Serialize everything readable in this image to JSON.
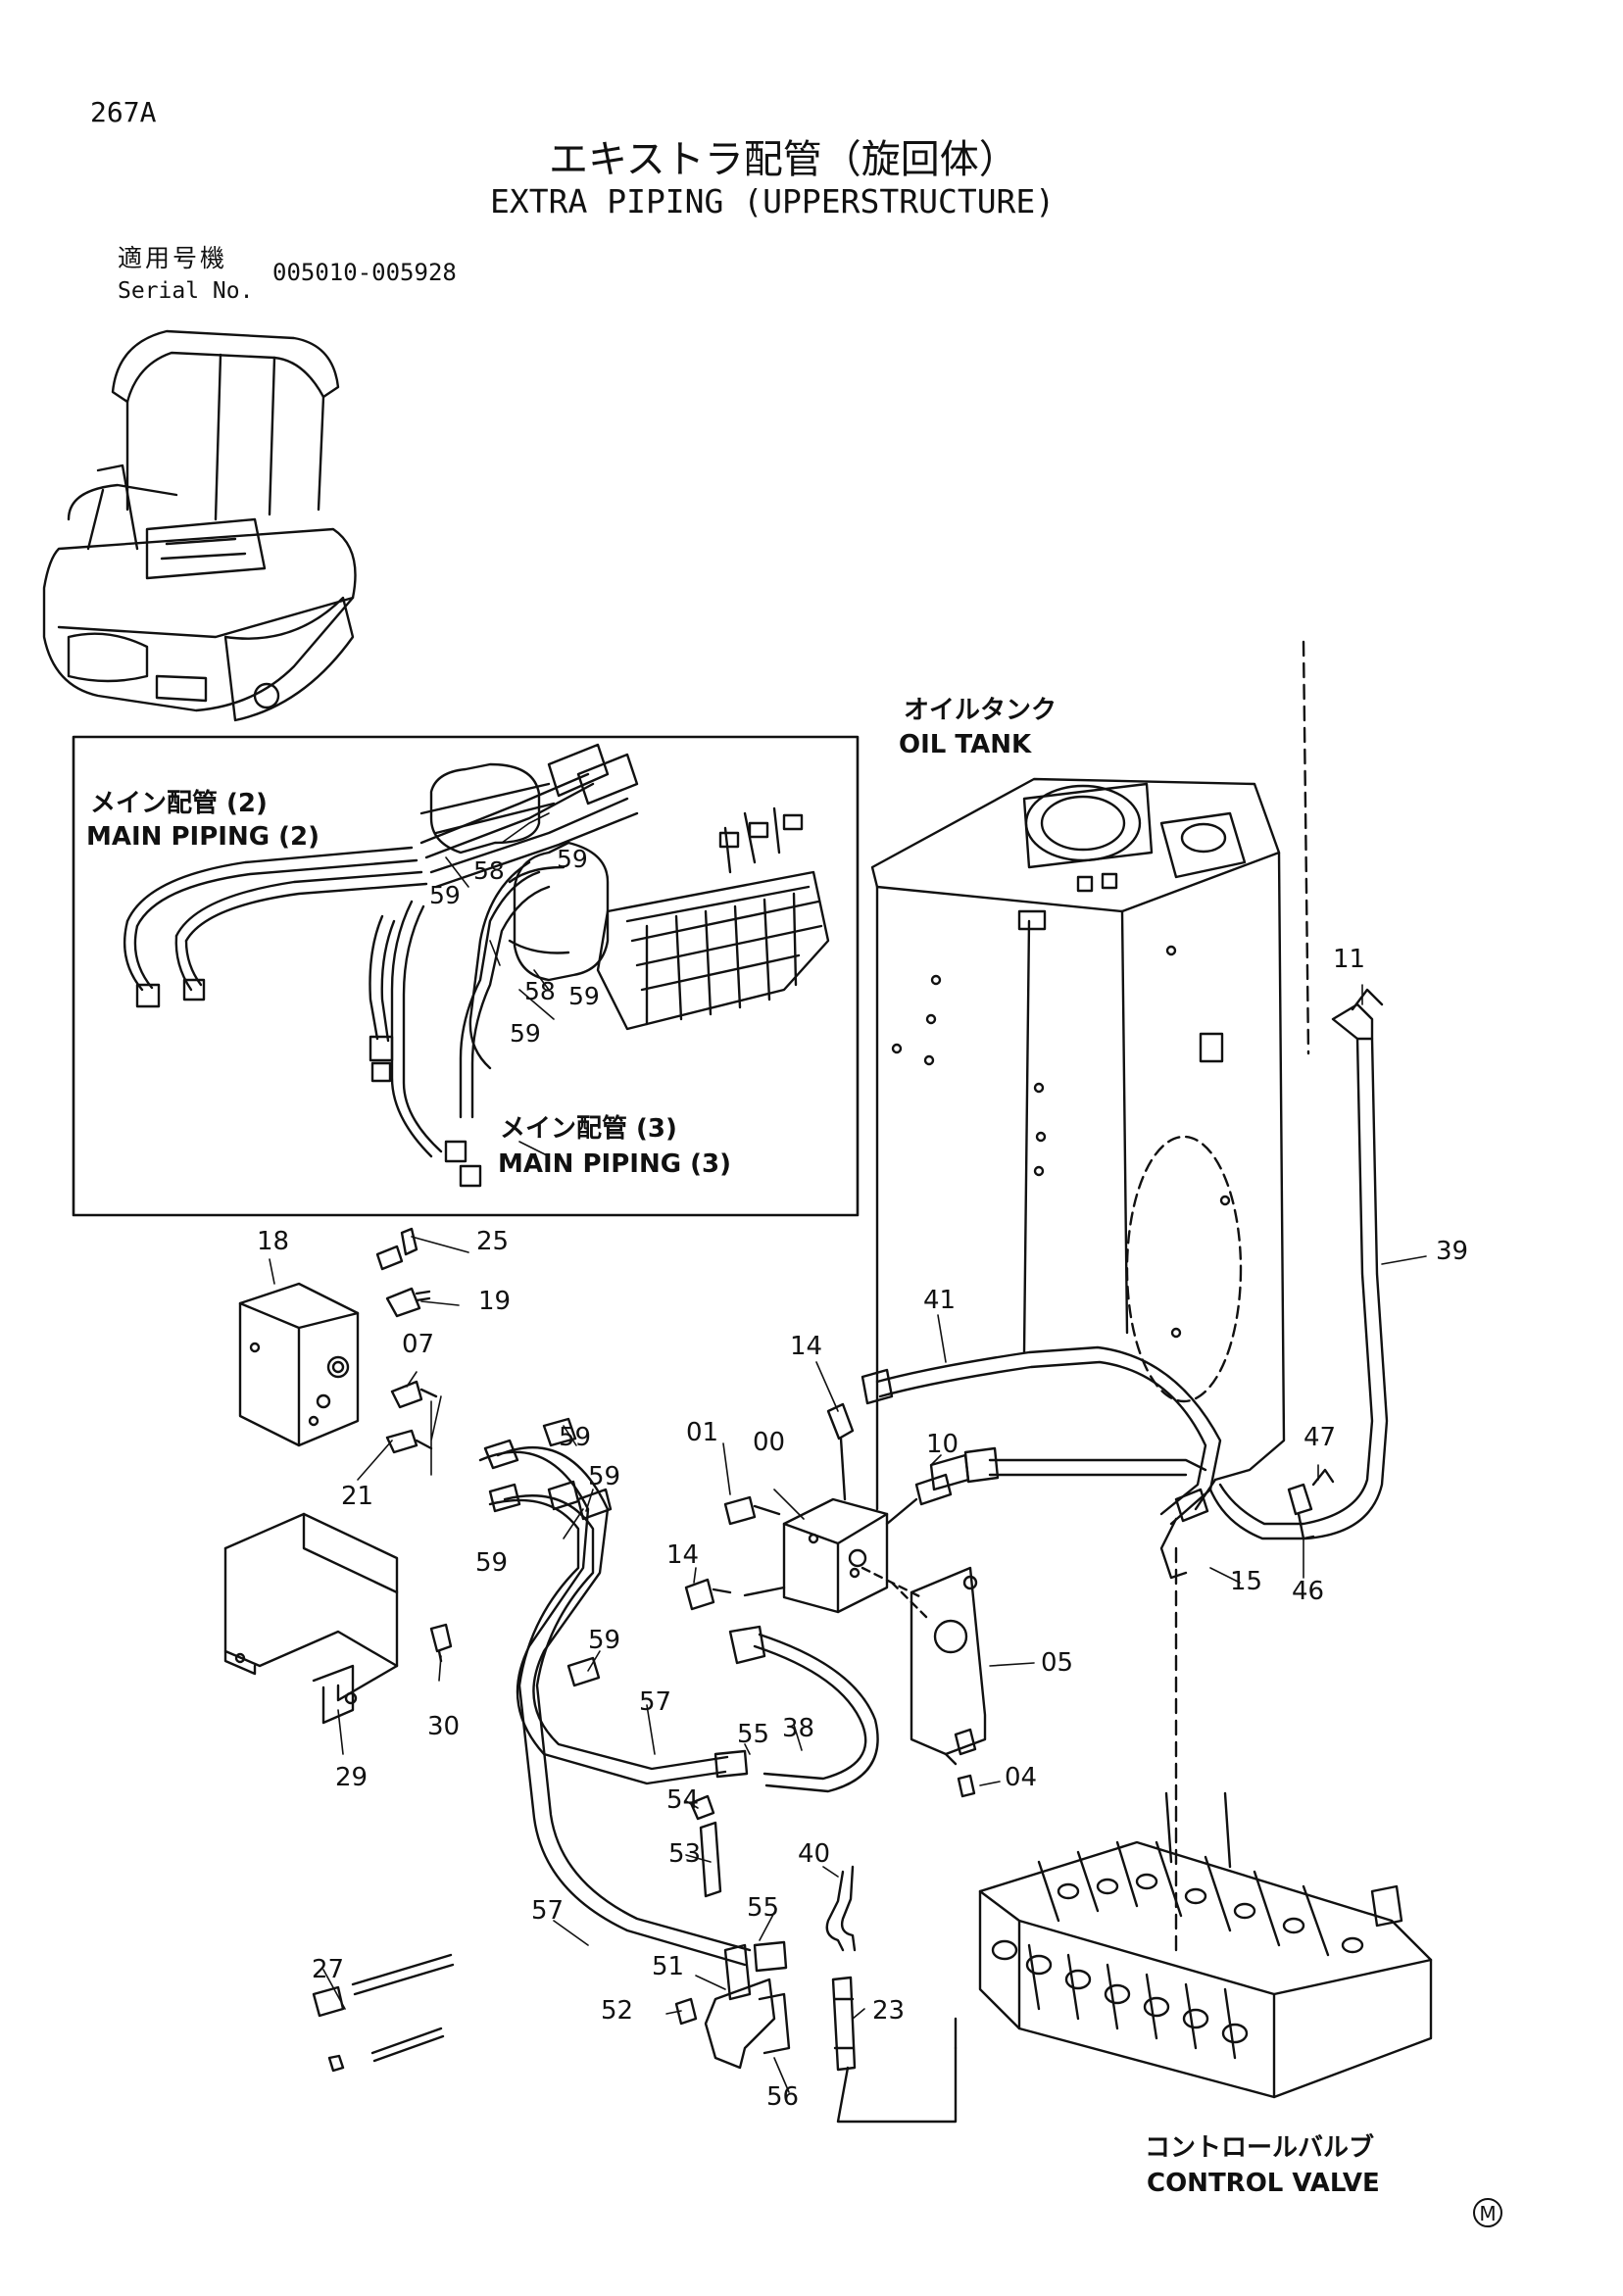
{
  "page": {
    "number": "267A",
    "title_jp": "エキストラ配管（旋回体）",
    "title_en": "EXTRA PIPING (UPPERSTRUCTURE)",
    "serial_label_jp": "適用号機",
    "serial_label_en": "Serial No.",
    "serial_range": "005010-005928",
    "mark": "M"
  },
  "callouts": {
    "main_piping_2_jp": "メイン配管 (2)",
    "main_piping_2_en": "MAIN PIPING (2)",
    "main_piping_3_jp": "メイン配管 (3)",
    "main_piping_3_en": "MAIN PIPING (3)",
    "oil_tank_jp": "オイルタンク",
    "oil_tank_en": "OIL TANK",
    "control_valve_jp": "コントロールバルブ",
    "control_valve_en": "CONTROL VALVE"
  },
  "inset_part_labels": [
    "58",
    "59",
    "59",
    "58",
    "59",
    "59"
  ],
  "part_labels": [
    "25",
    "18",
    "19",
    "07",
    "21",
    "29",
    "30",
    "59",
    "59",
    "59",
    "59",
    "57",
    "57",
    "27",
    "14",
    "01",
    "00",
    "14",
    "10",
    "41",
    "38",
    "55",
    "05",
    "04",
    "54",
    "53",
    "55",
    "40",
    "51",
    "52",
    "56",
    "23",
    "11",
    "39",
    "47",
    "15",
    "46"
  ],
  "colors": {
    "line": "#111111",
    "background": "#ffffff"
  }
}
